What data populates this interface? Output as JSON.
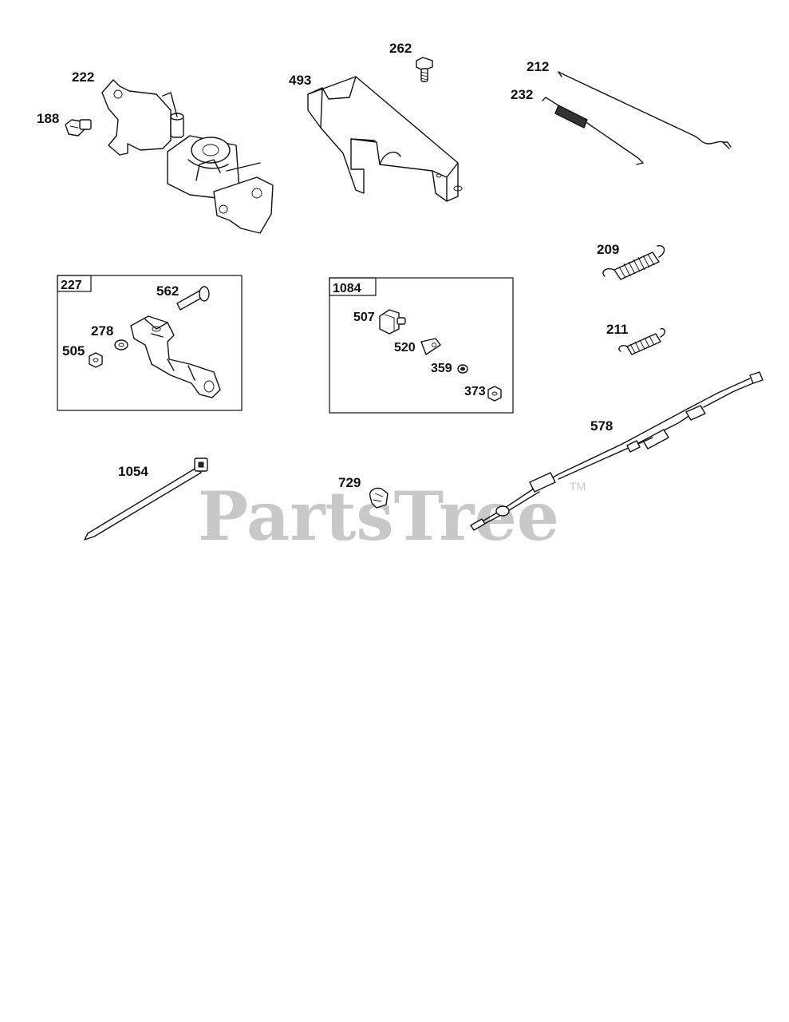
{
  "watermark": {
    "brand": "PartsTree",
    "trademark": "TM"
  },
  "labels": {
    "p222": "222",
    "p188": "188",
    "p493": "493",
    "p262": "262",
    "p212": "212",
    "p232": "232",
    "p209": "209",
    "p211": "211",
    "p227": "227",
    "p562": "562",
    "p278": "278",
    "p505": "505",
    "p1084": "1084",
    "p507": "507",
    "p520": "520",
    "p359": "359",
    "p373": "373",
    "p578": "578",
    "p1054": "1054",
    "p729": "729"
  },
  "colors": {
    "ink": "#111111",
    "watermark": "#c8c8c8",
    "background": "#ffffff"
  }
}
